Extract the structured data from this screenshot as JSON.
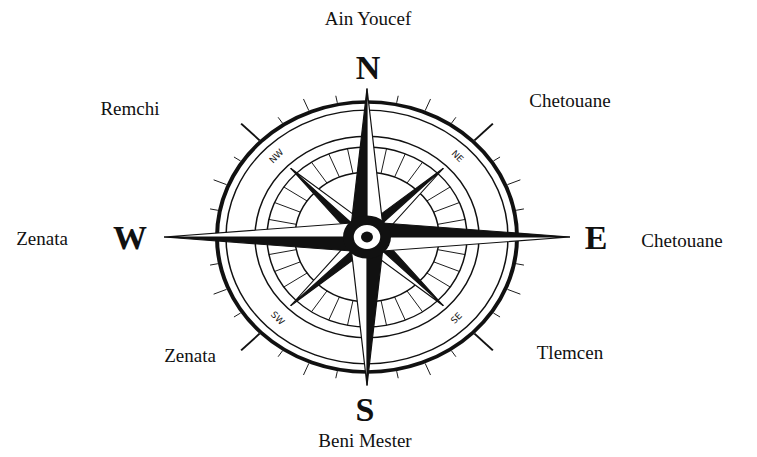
{
  "diagram": {
    "labels": [
      "Ain Youcef",
      "Remchi",
      "Chetouane",
      "N",
      "NW",
      "NE",
      "W",
      "Zenata",
      "E",
      "Chetouane",
      "SW",
      "SE",
      "Zenata",
      "Tlemcen",
      "S",
      "Beni Mester"
    ]
  }
}
